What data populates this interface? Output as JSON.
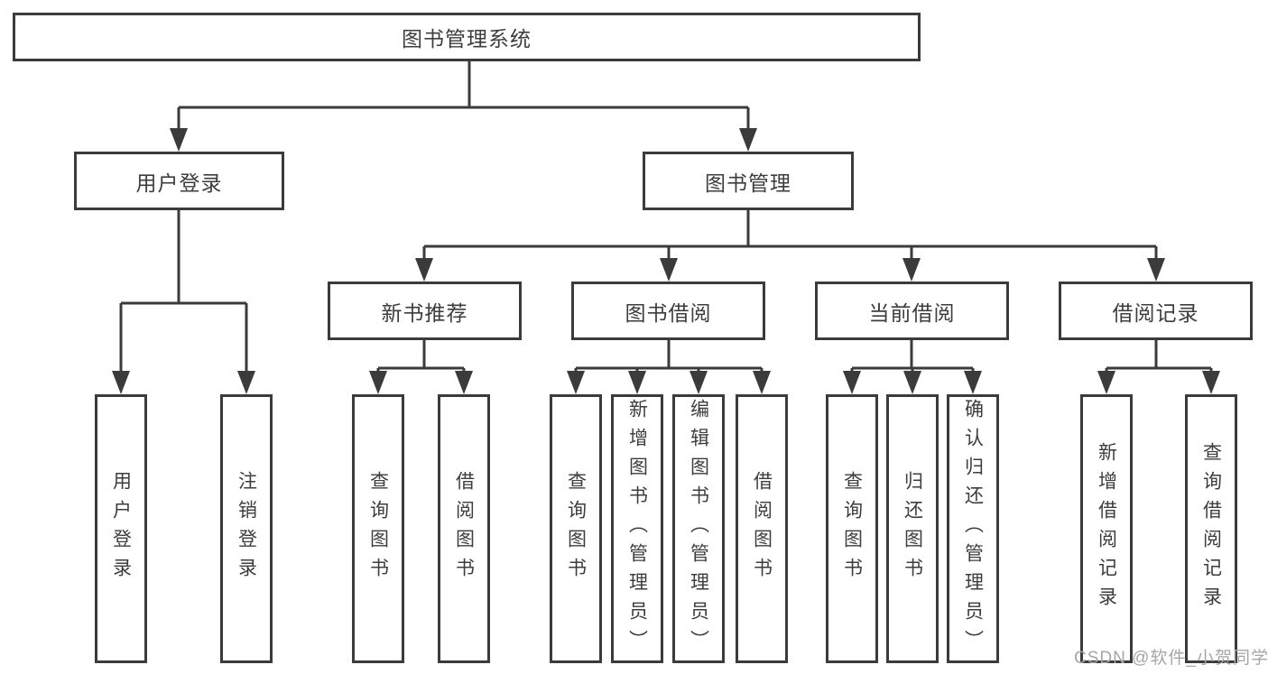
{
  "root": {
    "label": "图书管理系统"
  },
  "branches": [
    {
      "label": "用户登录",
      "leaves": [
        "用户登录",
        "注销登录"
      ]
    },
    {
      "label": "图书管理",
      "groups": [
        {
          "label": "新书推荐",
          "leaves": [
            "查询图书",
            "借阅图书"
          ]
        },
        {
          "label": "图书借阅",
          "leaves": [
            "查询图书",
            "新增图书（管理员）",
            "编辑图书（管理员）",
            "借阅图书"
          ]
        },
        {
          "label": "当前借阅",
          "leaves": [
            "查询图书",
            "归还图书",
            "确认归还（管理员）"
          ]
        },
        {
          "label": "借阅记录",
          "leaves": [
            "新增借阅记录",
            "查询借阅记录"
          ]
        }
      ]
    }
  ],
  "watermark": "CSDN @软件_小贺同学",
  "colors": {
    "line": "#3b3b3b",
    "text": "#3d3d3d",
    "watermark": "#a6a6a6",
    "background": "#ffffff"
  }
}
